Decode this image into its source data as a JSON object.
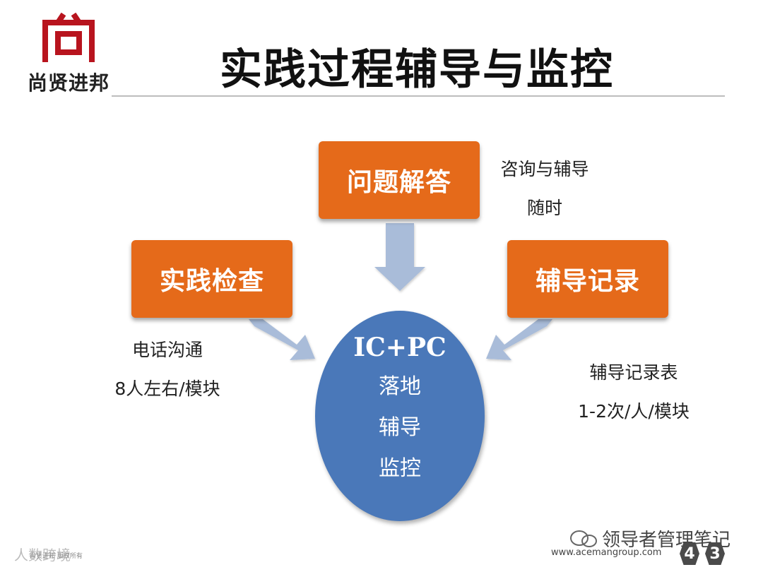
{
  "logo": {
    "name": "尚贤进邦"
  },
  "title": "实践过程辅导与监控",
  "boxes": {
    "top": "问题解答",
    "left": "实践检查",
    "right": "辅导记录"
  },
  "notes": {
    "top": [
      "咨询与辅导",
      "随时"
    ],
    "left": [
      "电话沟通",
      "8人左右/模块"
    ],
    "right": [
      "辅导记录表",
      "1-2次/人/模块"
    ]
  },
  "center": {
    "head": "IC+PC",
    "lines": [
      "落地",
      "辅导",
      "监控"
    ]
  },
  "footer": {
    "left_watermark": "人数跨境",
    "left_small": "尚贤进邦 版权所有",
    "url": "www.acemangroup.com",
    "wechat": "领导者管理笔记",
    "page_digits": [
      "4",
      "3"
    ]
  },
  "colors": {
    "box": "#e56a1a",
    "ellipse": "#4a78b9",
    "arrow": "#a9bcd9",
    "logo": "#b8141e"
  }
}
